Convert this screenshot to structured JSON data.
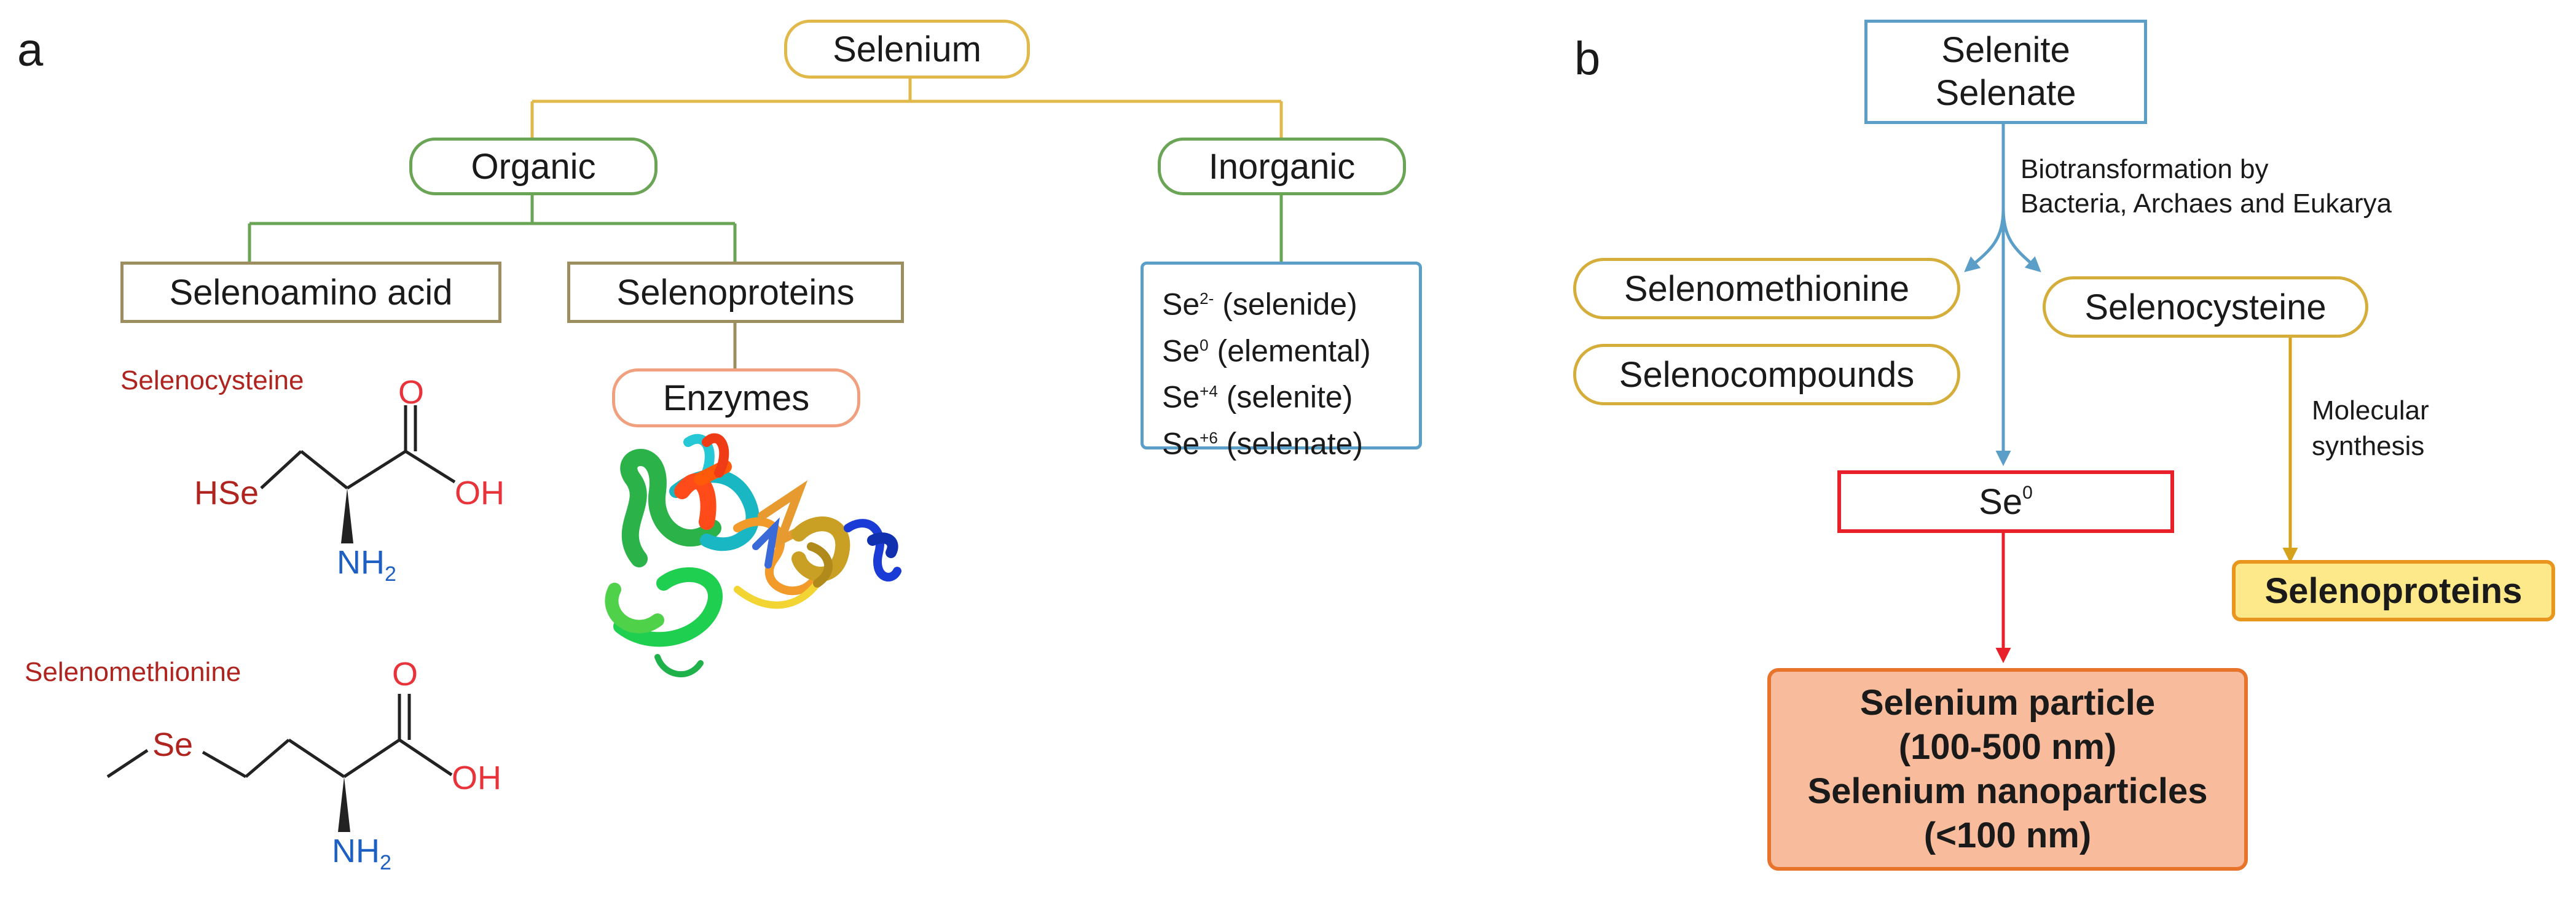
{
  "panel_a": {
    "label": "a",
    "root": "Selenium",
    "organic": "Organic",
    "inorganic": "Inorganic",
    "selenoamino_acid": "Selenoamino acid",
    "selenoproteins": "Selenoproteins",
    "enzymes": "Enzymes",
    "inorganic_forms": [
      {
        "symbol": "Se",
        "charge": "2-",
        "name": "(selenide)"
      },
      {
        "symbol": "Se",
        "charge": "0",
        "name": "(elemental)"
      },
      {
        "symbol": "Se",
        "charge": "+4",
        "name": "(selenite)"
      },
      {
        "symbol": "Se",
        "charge": "+6",
        "name": "(selenate)"
      }
    ],
    "molecule_1": {
      "name": "Selenocysteine",
      "group_left": "HSe",
      "carbonyl_o": "O",
      "hydroxyl": "OH",
      "amine": "NH",
      "amine_sub": "2"
    },
    "molecule_2": {
      "name": "Selenomethionine",
      "group_left": "Se",
      "carbonyl_o": "O",
      "hydroxyl": "OH",
      "amine": "NH",
      "amine_sub": "2"
    }
  },
  "panel_b": {
    "label": "b",
    "source_line1": "Selenite",
    "source_line2": "Selenate",
    "biotransformation_line1": "Biotransformation by",
    "biotransformation_line2": "Bacteria, Archaes and Eukarya",
    "selenomethionine": "Selenomethionine",
    "selenocompounds": "Selenocompounds",
    "selenocysteine": "Selenocysteine",
    "se0_symbol": "Se",
    "se0_sup": "0",
    "molecular_line1": "Molecular",
    "molecular_line2": "synthesis",
    "selenoproteins": "Selenoproteins",
    "particle_line1": "Selenium particle",
    "particle_line2": "(100-500 nm)",
    "particle_line3": "Selenium nanoparticles",
    "particle_line4": "(<100 nm)"
  },
  "colors": {
    "gold": "#e0b94a",
    "green": "#6aa455",
    "olive": "#9c8e5e",
    "salmon": "#f0a07e",
    "blue": "#5b9fc8",
    "red": "#e8202a",
    "dark_red": "#b0241f",
    "chem_red": "#e8333a",
    "chem_blue": "#1d5fc2",
    "selenoproteins_fill": "#fde98a",
    "selenoproteins_border": "#e8961e",
    "particle_fill": "#f8bc9c",
    "particle_border": "#e8742c"
  }
}
